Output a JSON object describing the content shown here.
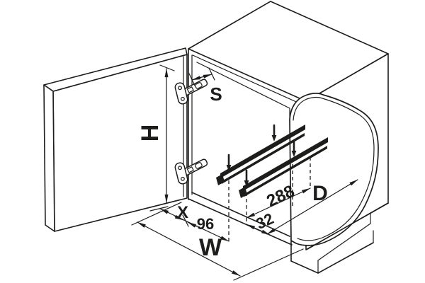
{
  "diagram": {
    "type": "technical-line-drawing",
    "subject": "cabinet with open hinged door, two bottom-mounted runner rails, curved interior panel and plinth, with installation dimensions",
    "background_color": "#ffffff",
    "line_color": "#1d1d1b",
    "labels": {
      "hinge_clearance": "S",
      "door_height": "H",
      "door_offset": "X",
      "cabinet_width": "W",
      "cabinet_depth": "D",
      "front_hole_distance": "96",
      "edge_hole_distance": "32",
      "hole_spacing_depth": "288"
    }
  }
}
